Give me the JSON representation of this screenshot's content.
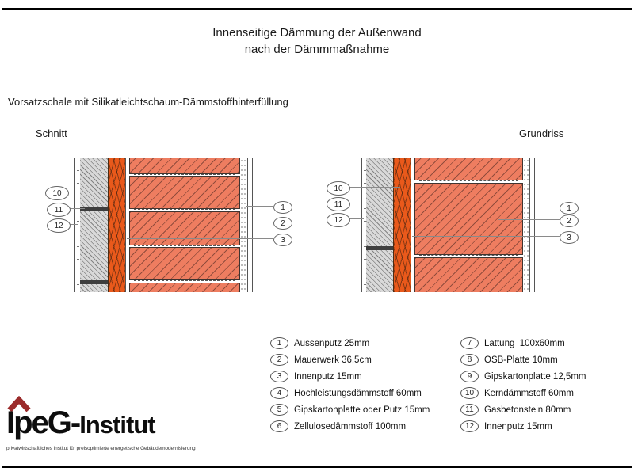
{
  "page": {
    "title_line1": "Innenseitige Dämmung der Außenwand",
    "title_line2": "nach der Dämmmaßnahme",
    "subtitle": "Vorsatzschale mit Silikatleichtschaum-Dämmstoffhinterfüllung",
    "section_label": "Schnitt",
    "plan_label": "Grundriss"
  },
  "callouts": {
    "schnitt": {
      "left": [
        "10",
        "11",
        "12"
      ],
      "right": [
        "1",
        "2",
        "3"
      ]
    },
    "grundriss": {
      "left": [
        "10",
        "11",
        "12"
      ],
      "right": [
        "1",
        "2",
        "3"
      ]
    }
  },
  "legend": {
    "left": [
      {
        "num": "1",
        "label": "Aussenputz 25mm"
      },
      {
        "num": "2",
        "label": "Mauerwerk 36,5cm"
      },
      {
        "num": "3",
        "label": "Innenputz 15mm"
      },
      {
        "num": "4",
        "label": "Hochleistungsdämmstoff 60mm"
      },
      {
        "num": "5",
        "label": "Gipskartonplatte oder Putz 15mm"
      },
      {
        "num": "6",
        "label": "Zellulosedämmstoff 100mm"
      }
    ],
    "right": [
      {
        "num": "7",
        "label": "Lattung  100x60mm"
      },
      {
        "num": "8",
        "label": "OSB-Platte 10mm"
      },
      {
        "num": "9",
        "label": "Gipskartonplatte 12,5mm"
      },
      {
        "num": "10",
        "label": "Kerndämmstoff 60mm"
      },
      {
        "num": "11",
        "label": "Gasbetonstein 80mm"
      },
      {
        "num": "12",
        "label": "Innenputz 15mm"
      }
    ]
  },
  "logo": {
    "name_primary": "IpeG-",
    "name_secondary": "Institut",
    "tagline": "privatwirtschaftliches Institut für preisoptimierte energetische Gebäudemodernisierung"
  },
  "colors": {
    "masonry_fill": "#ee7d60",
    "core_insulation_orange": "#e9591b",
    "aerated_concrete_gray": "#d9d9d9",
    "logo_roof_red": "#9b2b2b",
    "rule_black": "#000000"
  }
}
